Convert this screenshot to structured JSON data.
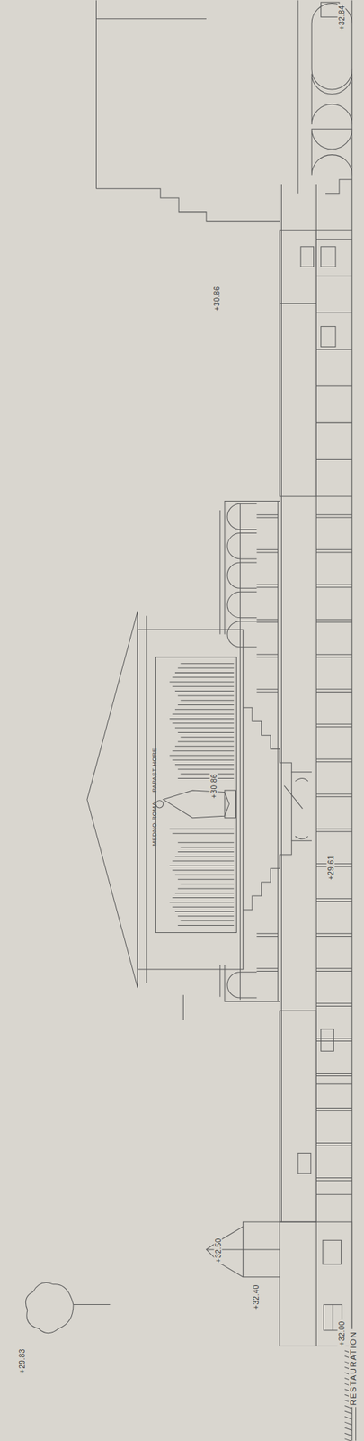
{
  "diagram": {
    "labels": [
      "+32.84",
      "+30.86",
      "+30.86",
      "+29.61",
      "PAPAST HORE",
      "MEDNO ROMA",
      "+32.50",
      "+32.40",
      "+32.00",
      "+29.83",
      "RESTAURATION"
    ]
  }
}
